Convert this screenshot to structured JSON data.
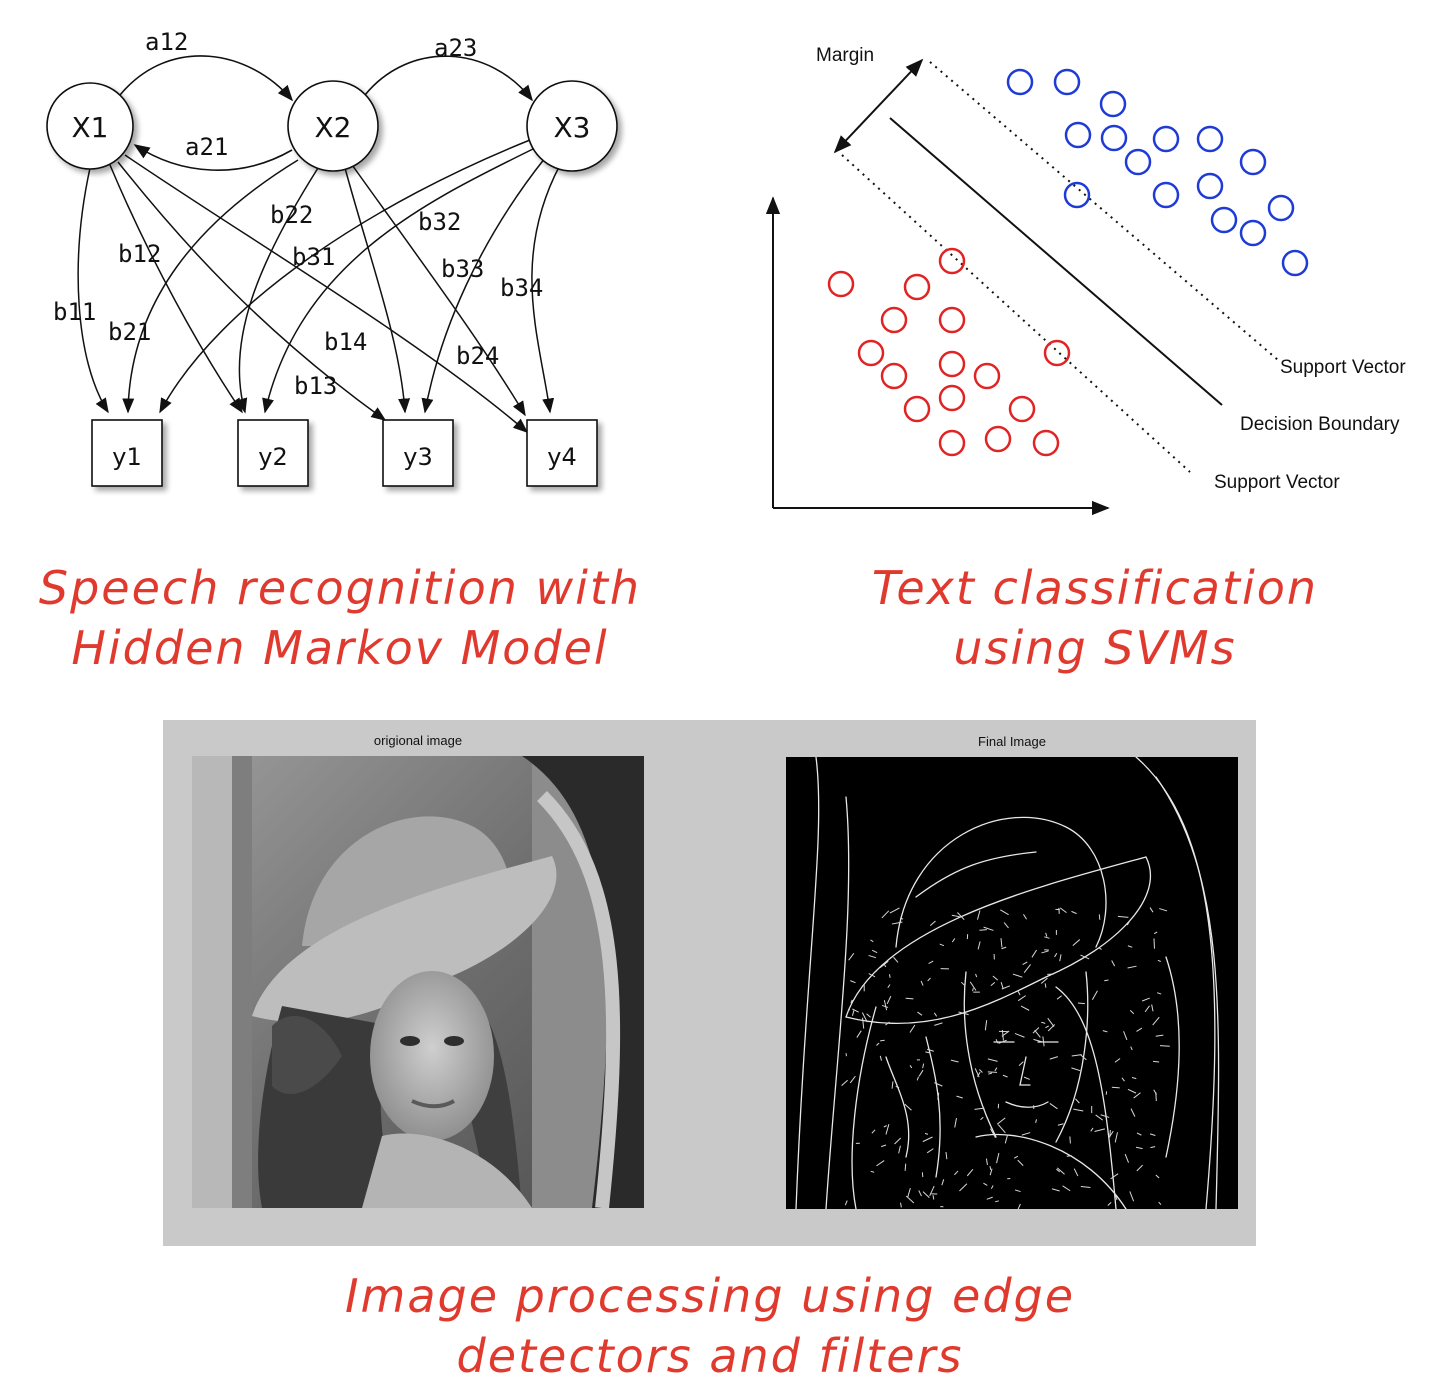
{
  "hmm": {
    "states": [
      "X1",
      "X2",
      "X3"
    ],
    "observations": [
      "y1",
      "y2",
      "y3",
      "y4"
    ],
    "transition_labels": {
      "a12": "a12",
      "a21": "a21",
      "a23": "a23"
    },
    "emission_labels": {
      "b11": "b11",
      "b12": "b12",
      "b13": "b13",
      "b14": "b14",
      "b21": "b21",
      "b22": "b22",
      "b24": "b24",
      "b31": "b31",
      "b32": "b32",
      "b33": "b33",
      "b34": "b34"
    },
    "caption_line1": "Speech recognition with",
    "caption_line2": "Hidden Markov Model"
  },
  "svm": {
    "margin_label": "Margin",
    "support_vector_top": "Support Vector",
    "decision_boundary": "Decision Boundary",
    "support_vector_bottom": "Support Vector",
    "colors": {
      "class_a": "#1f3bd6",
      "class_b": "#e02424"
    },
    "caption_line1": "Text classification",
    "caption_line2": "using SVMs"
  },
  "imaging": {
    "left_title": "origional image",
    "right_title": "Final Image",
    "caption_line1": "Image processing using edge",
    "caption_line2": "detectors and filters"
  }
}
